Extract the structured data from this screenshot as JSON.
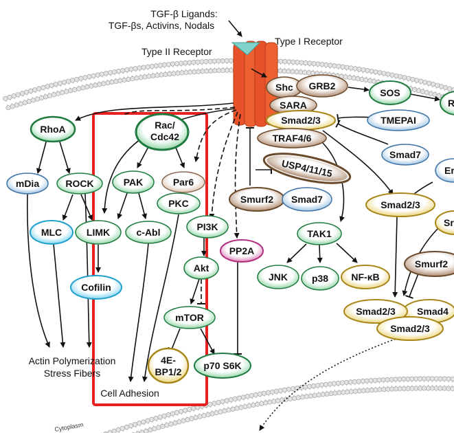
{
  "ligand_text": {
    "line1": "TGF-β Ligands:",
    "line2": "TGF-βs, Activins, Nodals"
  },
  "receptors": {
    "type2": "Type II Receptor",
    "type1": "Type I Receptor"
  },
  "nodes": {
    "shc": "Shc",
    "grb2": "GRB2",
    "sos": "SOS",
    "sara": "SARA",
    "smad23_top": "Smad2/3",
    "tmepai": "TMEPAI",
    "traf": "TRAF4/6",
    "smad7_right": "Smad7",
    "usp": "USP4/11/15",
    "smurf2_left": "Smurf2",
    "smad7_left": "Smad7",
    "smad23_mid": "Smad2/3",
    "rhoa": "RhoA",
    "mdia": "mDia",
    "rock": "ROCK",
    "mlc": "MLC",
    "limk": "LIMK",
    "cofilin": "Cofilin",
    "rac_line1": "Rac/",
    "rac_line2": "Cdc42",
    "pak": "PAK",
    "par6": "Par6",
    "pkc": "PKC",
    "cabl": "c-Abl",
    "pi3k": "PI3K",
    "pp2a": "PP2A",
    "akt": "Akt",
    "mtor": "mTOR",
    "bp_line1": "4E-",
    "bp_line2": "BP1/2",
    "p70": "p70 S6K",
    "tak1": "TAK1",
    "jnk": "JNK",
    "p38": "p38",
    "nfkb": "NF-κB",
    "smurf2_right": "Smurf2",
    "smad23_complex_a": "Smad2/3",
    "smad4": "Smad4",
    "smad23_complex_b": "Smad2/3"
  },
  "outcomes": {
    "actin_line1": "Actin Polymerization",
    "actin_line2": "Stress Fibers",
    "cell_adhesion": "Cell Adhesion"
  },
  "region_label": "Cytoplasm",
  "colors": {
    "green": "#2e9d5a",
    "gold": "#c7a320",
    "brown": "#6b4a2c",
    "blue": "#5a8fc0",
    "cyan": "#29b6e0",
    "magenta": "#b0307e",
    "receptor": "#e8522a",
    "highlight": "#e8201e",
    "membrane": "#c2c2c2"
  }
}
